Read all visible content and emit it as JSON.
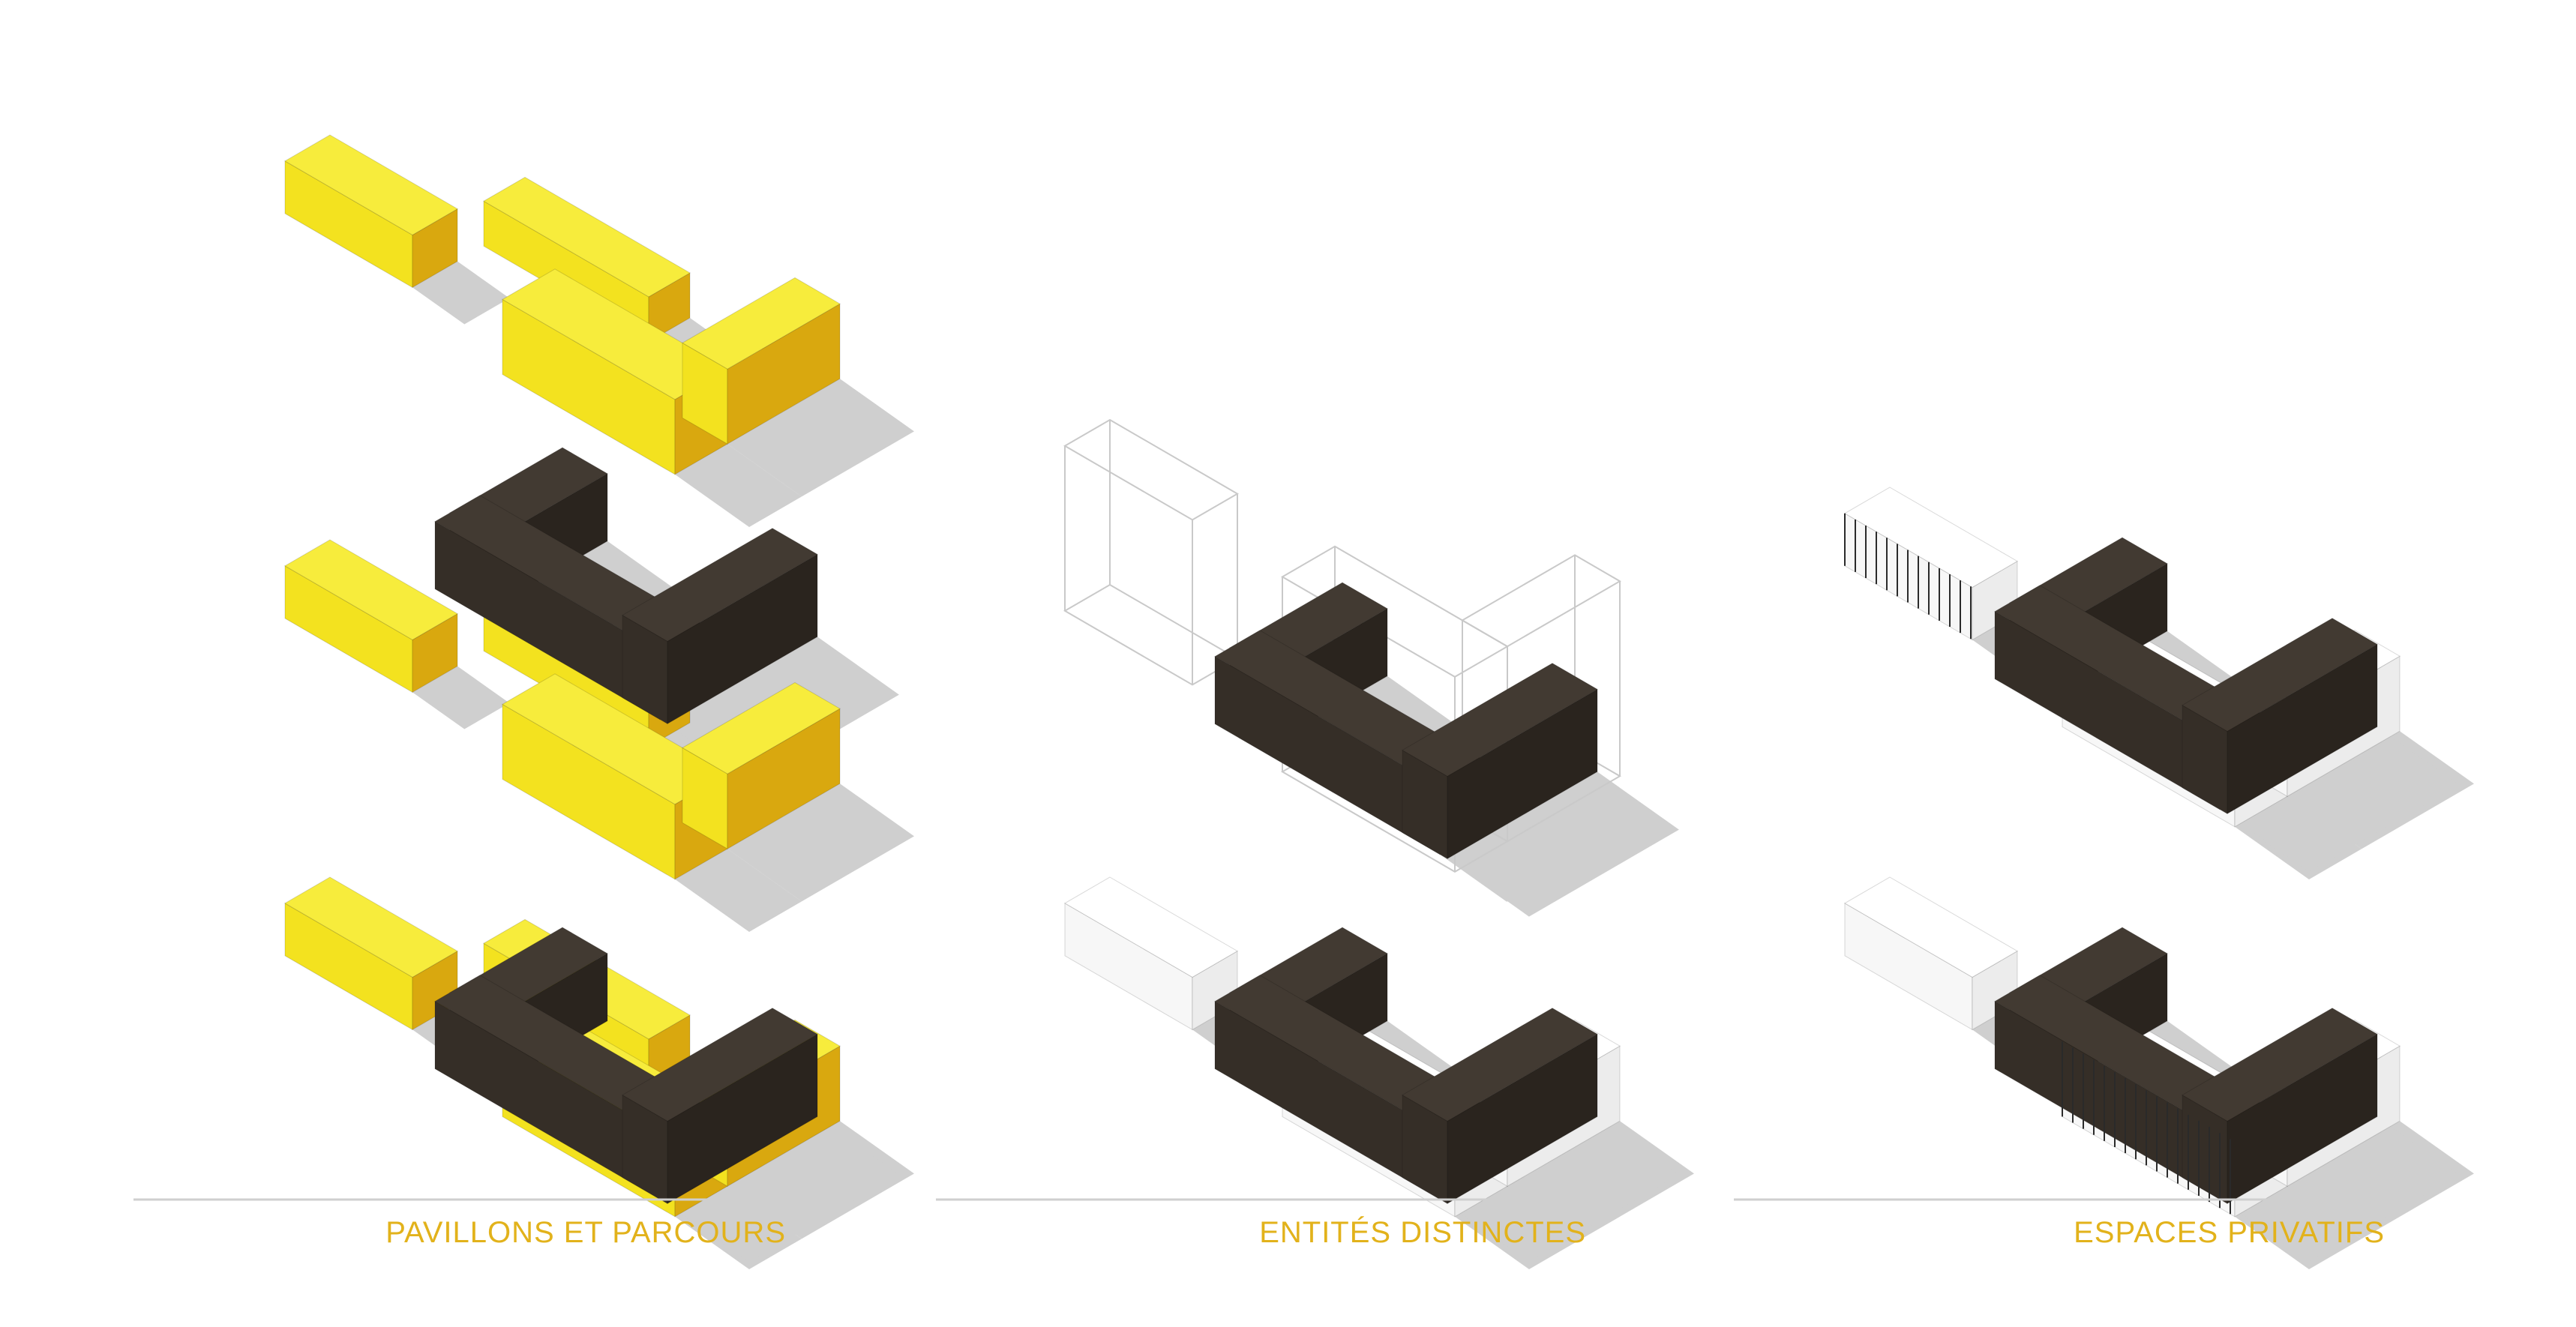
{
  "colors": {
    "yellow_top": "#f7ec3c",
    "yellow_left": "#f3e21f",
    "yellow_right": "#d9a80f",
    "dark_top": "#423a32",
    "dark_left": "#352e27",
    "dark_right": "#2a241e",
    "ghost_stroke": "#c9c9c9",
    "white_top": "#ffffff",
    "white_left": "#f7f7f7",
    "white_right": "#ececec",
    "shadow": "#cfcfcf",
    "divider": "#cfcfcf",
    "caption": "#e2b21b"
  },
  "icons": [
    "isometric-block-icon",
    "mesh-facade-icon"
  ],
  "panels": [
    {
      "caption": "PAVILLONS ET PARCOURS"
    },
    {
      "caption": "ENTITÉS DISTINCTES"
    },
    {
      "caption": "ESPACES PRIVATIFS"
    }
  ]
}
